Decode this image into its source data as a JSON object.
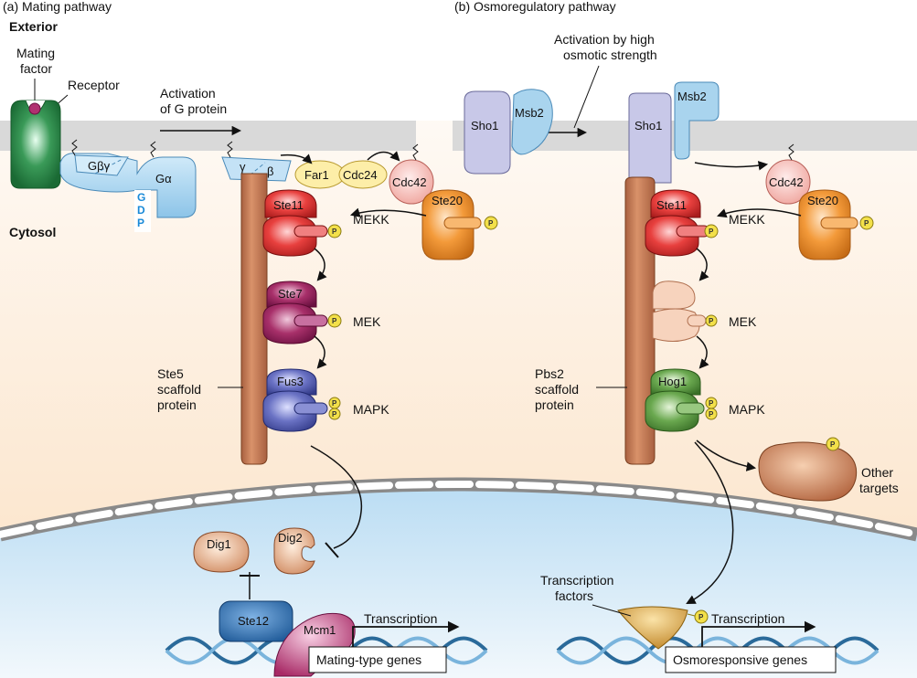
{
  "panel_a": {
    "title": "(a)  Mating pathway",
    "exterior": "Exterior",
    "cytosol": "Cytosol",
    "mating_factor_l1": "Mating",
    "mating_factor_l2": "factor",
    "receptor": "Receptor",
    "g_beta_gamma": "Gβγ",
    "g_alpha": "Gα",
    "gdp": [
      "G",
      "D",
      "P"
    ],
    "activation_l1": "Activation",
    "activation_l2": "of G protein",
    "gamma": "γ",
    "beta": "β",
    "far1": "Far1",
    "cdc24": "Cdc24",
    "cdc42": "Cdc42",
    "ste20": "Ste20",
    "ste11": "Ste11",
    "ste7": "Ste7",
    "fus3": "Fus3",
    "mekk": "MEKK",
    "mek": "MEK",
    "mapk": "MAPK",
    "scaffold_l1": "Ste5",
    "scaffold_l2": "scaffold",
    "scaffold_l3": "protein",
    "dig1": "Dig1",
    "dig2": "Dig2",
    "ste12": "Ste12",
    "mcm1": "Mcm1",
    "transcription": "Transcription",
    "genes": "Mating-type genes"
  },
  "panel_b": {
    "title": "(b)  Osmoregulatory pathway",
    "activation_l1": "Activation by high",
    "activation_l2": "osmotic strength",
    "sho1": "Sho1",
    "msb2": "Msb2",
    "cdc42": "Cdc42",
    "ste20": "Ste20",
    "ste11": "Ste11",
    "hog1": "Hog1",
    "mekk": "MEKK",
    "mek": "MEK",
    "mapk": "MAPK",
    "scaffold_l1": "Pbs2",
    "scaffold_l2": "scaffold",
    "scaffold_l3": "protein",
    "other_l1": "Other",
    "other_l2": "targets",
    "tf_l1": "Transcription",
    "tf_l2": "factors",
    "transcription": "Transcription",
    "genes": "Osmoresponsive genes"
  },
  "phospho_label": "P",
  "colors": {
    "membrane": "#d9d9d9",
    "cytosol_top": "#fffaf4",
    "cytosol_bottom": "#fbe3c8",
    "nucleus": "#cfe6f7",
    "scaffold": "#c9825a",
    "mekk": "#e03a3a",
    "ste7": "#a8306a",
    "fus3": "#5a64b8",
    "hog1": "#6aa84f",
    "ste20": "#f39a3a",
    "cdc42": "#f5b8b0",
    "gprotein": "#a9d4ee",
    "receptor": "#2e8a4a",
    "phospho": "#f3e04a",
    "ste12": "#2f6fb0",
    "mcm1": "#c0407a",
    "dig": "#e0a27a",
    "tf": "#d8a54a",
    "other": "#c77a4e"
  }
}
